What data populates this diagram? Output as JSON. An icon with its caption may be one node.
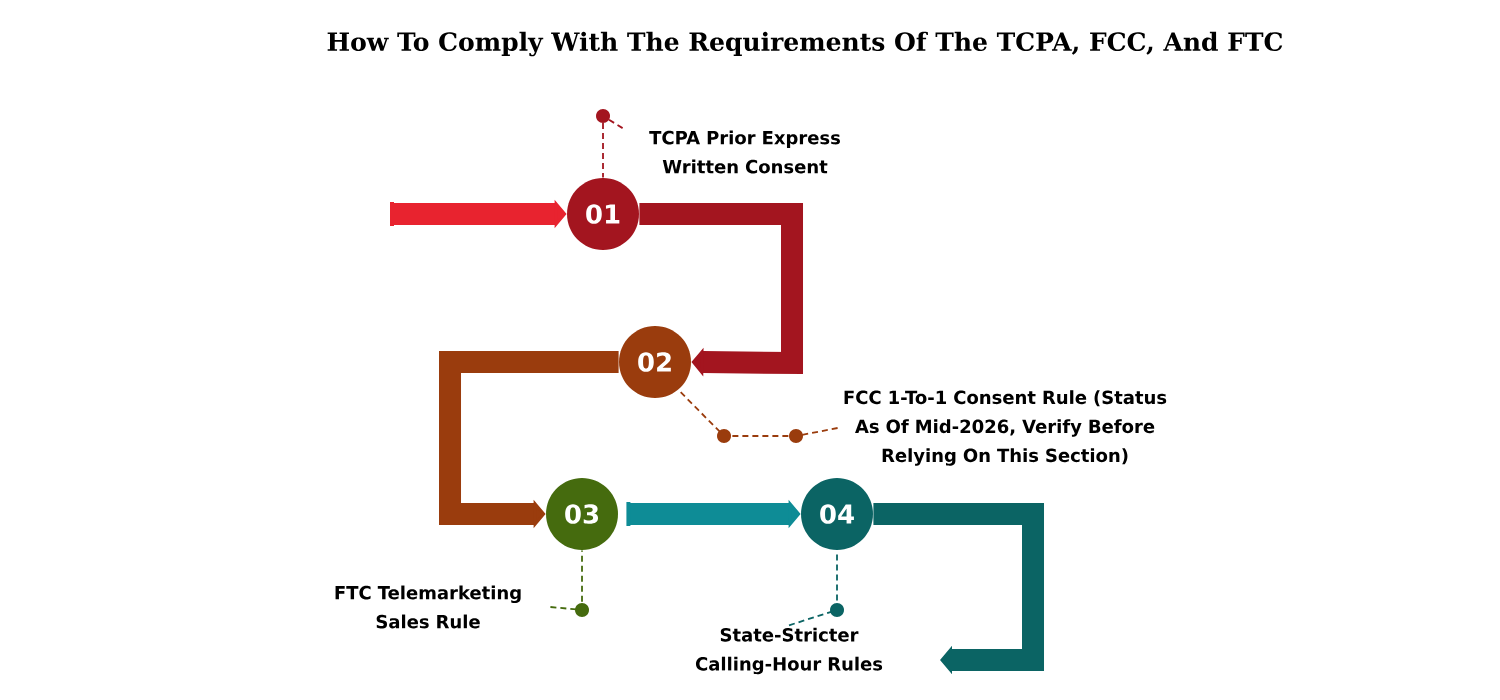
{
  "diagram": {
    "title": "How To Comply With The Requirements Of The TCPA, FCC, And FTC",
    "nodes": [
      {
        "text": [
          "01"
        ]
      },
      {
        "text": [
          "02"
        ]
      },
      {
        "text": [
          "03"
        ]
      },
      {
        "text": [
          "04"
        ]
      },
      {
        "text": [
          "TCPA Prior Express Written Consent"
        ]
      },
      {
        "text": [
          "FCC 1-To-1 Consent Rule (Status As Of Mid-2026, Verify Before Relying On This Section)"
        ]
      },
      {
        "text": [
          "FTC Telemarketing Sales Rule"
        ]
      },
      {
        "text": [
          "State-Stricter Calling-Hour Rules"
        ]
      }
    ],
    "edges": [
      {
        "from": null,
        "to": 0,
        "arrow": "to",
        "color": "#e8232f"
      },
      {
        "from": 0,
        "to": 1,
        "arrow": "to",
        "color": "#a3151f"
      },
      {
        "from": 1,
        "to": 2,
        "arrow": "to",
        "color": "#9a3c0d"
      },
      {
        "from": 2,
        "to": 3,
        "arrow": "to",
        "color": "#0e8c96"
      },
      {
        "from": 3,
        "to": null,
        "arrow": "to",
        "color": "#0b6464"
      },
      {
        "from": 4,
        "to": 0,
        "arrow": "none",
        "style": "dashed",
        "color": "#a3151f"
      },
      {
        "from": 5,
        "to": 1,
        "arrow": "none",
        "style": "dashed",
        "color": "#9a3c0d"
      },
      {
        "from": 6,
        "to": 2,
        "arrow": "none",
        "style": "dashed",
        "color": "#456b0e"
      },
      {
        "from": 7,
        "to": 3,
        "arrow": "none",
        "style": "dashed",
        "color": "#0b6464"
      }
    ]
  }
}
